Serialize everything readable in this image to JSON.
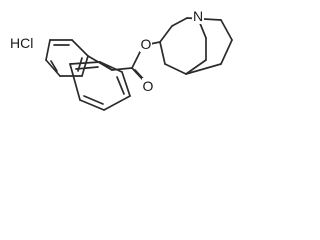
{
  "molecule": {
    "salt_label": "HCl",
    "atoms": {
      "ester_oxygen": "O",
      "carbonyl_oxygen": "O",
      "amine_nitrogen": "N"
    }
  }
}
